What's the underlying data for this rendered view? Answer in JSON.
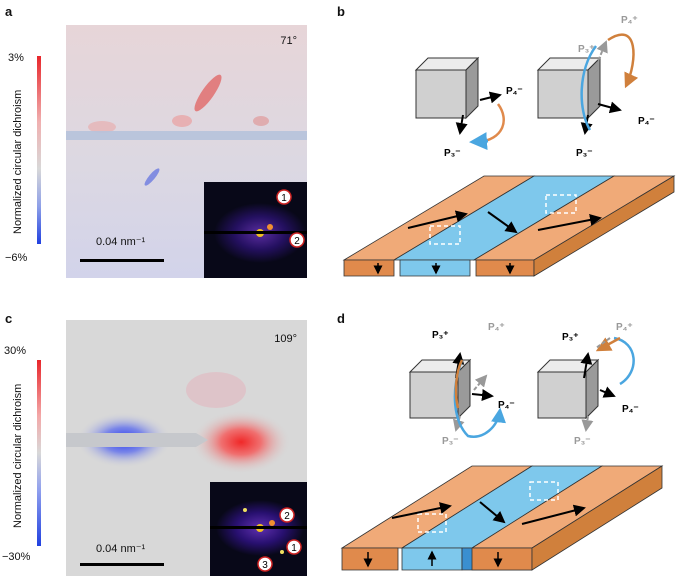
{
  "panels": {
    "a": {
      "label": "a",
      "colorbar_title": "Normalized circular dichroism",
      "max_tick": "3%",
      "min_tick": "−6%",
      "angle": "71°",
      "scale_bar": "0.04 nm⁻¹",
      "inset_markers": [
        "1",
        "2"
      ]
    },
    "b": {
      "label": "b",
      "left_cube": {
        "p4": "P₄⁻",
        "p3": "P₃⁻"
      },
      "right_cube": {
        "p4_top": "P₄⁺",
        "p3_top": "P₃⁺",
        "p4": "P₄⁻",
        "p3": "P₃⁻"
      }
    },
    "c": {
      "label": "c",
      "colorbar_title": "Normalized circular dichroism",
      "max_tick": "30%",
      "min_tick": "−30%",
      "angle": "109°",
      "scale_bar": "0.04 nm⁻¹",
      "inset_markers": [
        "2",
        "1",
        "3"
      ]
    },
    "d": {
      "label": "d",
      "left_cube": {
        "p3_top": "P₃⁺",
        "p4_top": "P₄⁺",
        "p4": "P₄⁻",
        "p3": "P₃⁻"
      },
      "right_cube": {
        "p3_top": "P₃⁺",
        "p4_top": "P₄⁺",
        "p4": "P₄⁻",
        "p3": "P₃⁻"
      }
    }
  },
  "colors": {
    "orange": "#e08a4c",
    "orange_light": "#f0aa78",
    "blue": "#7ec8ec",
    "blue_arrow": "#4aa6e0",
    "red": "#e8262b",
    "cb_blue": "#2040e0"
  }
}
